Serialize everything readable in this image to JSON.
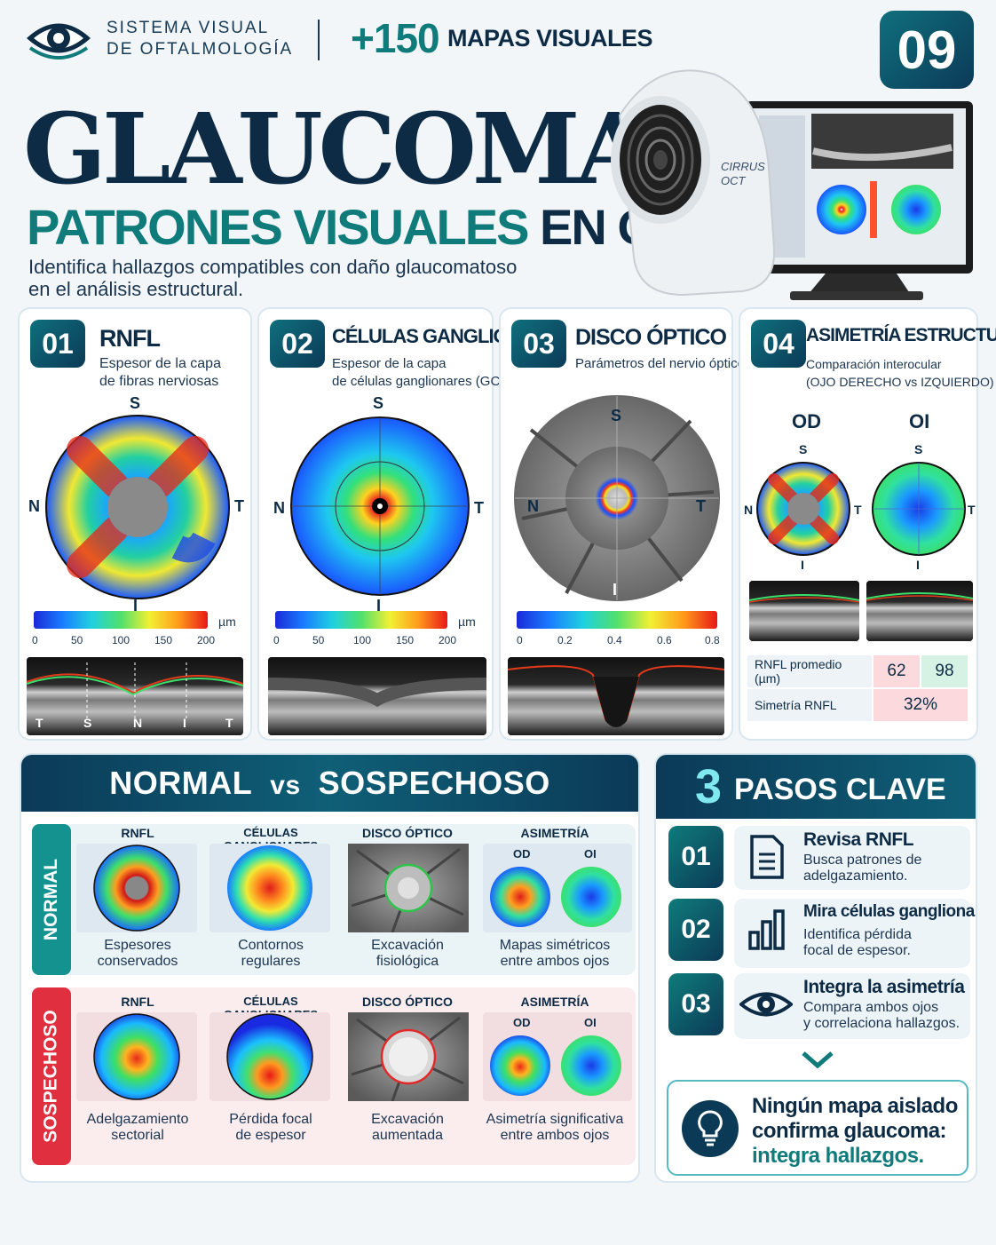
{
  "header": {
    "brand_line1": "SISTEMA VISUAL",
    "brand_line2": "DE OFTALMOLOGÍA",
    "count": "+150",
    "count_label": "MAPAS VISUALES",
    "issue_number": "09"
  },
  "hero": {
    "title": "GLAUCOMA",
    "subtitle_part1": "PATRONES VISUALES",
    "subtitle_part2": "EN OCT",
    "intro_line1": "Identifica hallazgos compatibles con daño glaucomatoso",
    "intro_line2": "en el análisis estructural.",
    "device_brand_line1": "CIRRUS",
    "device_brand_line2": "OCT",
    "device_icon": "oct-device-icon"
  },
  "cards": [
    {
      "number": "01",
      "title": "RNFL",
      "desc_line1": "Espesor de la capa",
      "desc_line2": "de fibras nerviosas",
      "dirs": {
        "top": "S",
        "left": "N",
        "right": "T",
        "bottom": "I"
      },
      "unit": "µm",
      "ticks": [
        "0",
        "50",
        "100",
        "150",
        "200"
      ],
      "oct_labels": [
        "T",
        "S",
        "N",
        "I",
        "T"
      ]
    },
    {
      "number": "02",
      "title": "CÉLULAS GANGLIONARES",
      "desc_line1": "Espesor de la capa",
      "desc_line2": "de células ganglionares (GCC)",
      "dirs": {
        "top": "S",
        "left": "N",
        "right": "T",
        "bottom": "I"
      },
      "unit": "µm",
      "ticks": [
        "0",
        "50",
        "100",
        "150",
        "200"
      ]
    },
    {
      "number": "03",
      "title": "DISCO ÓPTICO",
      "desc_line1": "Parámetros del nervio óptico",
      "dirs": {
        "top": "S",
        "left": "N",
        "right": "T",
        "bottom": "I"
      },
      "ticks": [
        "0",
        "0.2",
        "0.4",
        "0.6",
        "0.8"
      ]
    },
    {
      "number": "04",
      "title": "ASIMETRÍA ESTRUCTURAL",
      "desc_line1": "Comparación interocular",
      "desc_line2": "(OJO DERECHO vs IZQUIERDO)",
      "eye_right": "OD",
      "eye_left": "OI",
      "dirs": {
        "top": "S",
        "left": "N",
        "right": "T",
        "bottom": "I"
      },
      "table": {
        "row1_label": "RNFL promedio (µm)",
        "row1_od": "62",
        "row1_oi": "98",
        "row2_label": "Simetría RNFL",
        "row2_value": "32%"
      }
    }
  ],
  "comparison": {
    "title_left": "NORMAL",
    "title_vs": "vs",
    "title_right": "SOSPECHOSO",
    "normal_label": "NORMAL",
    "suspect_label": "SOSPECHOSO",
    "columns": [
      "RNFL",
      "CÉLULAS GANGLIONARES",
      "DISCO ÓPTICO",
      "ASIMETRÍA"
    ],
    "od": "OD",
    "oi": "OI",
    "normal_captions": [
      [
        "Espesores",
        "conservados"
      ],
      [
        "Contornos",
        "regulares"
      ],
      [
        "Excavación",
        "fisiológica"
      ],
      [
        "Mapas simétricos",
        "entre ambos ojos"
      ]
    ],
    "suspect_captions": [
      [
        "Adelgazamiento",
        "sectorial"
      ],
      [
        "Pérdida focal",
        "de espesor"
      ],
      [
        "Excavación",
        "aumentada"
      ],
      [
        "Asimetría significativa",
        "entre ambos ojos"
      ]
    ]
  },
  "steps": {
    "head_number": "3",
    "head_label": "PASOS CLAVE",
    "items": [
      {
        "number": "01",
        "title": "Revisa RNFL",
        "desc_line1": "Busca patrones de",
        "desc_line2": "adelgazamiento.",
        "icon": "document-icon"
      },
      {
        "number": "02",
        "title": "Mira células ganglionares",
        "desc_line1": "Identifica pérdida",
        "desc_line2": "focal de espesor.",
        "icon": "bar-chart-icon"
      },
      {
        "number": "03",
        "title": "Integra la asimetría",
        "desc_line1": "Compara ambos ojos",
        "desc_line2": "y correlaciona hallazgos.",
        "icon": "eye-icon"
      }
    ],
    "final_line1": "Ningún mapa aislado",
    "final_line2": "confirma glaucoma:",
    "final_line3": "integra hallazgos.",
    "final_icon": "lightbulb-icon"
  },
  "colors": {
    "navy": "#0d2b45",
    "teal": "#0f7b7a",
    "normal": "#13928f",
    "suspect": "#e0303f"
  }
}
